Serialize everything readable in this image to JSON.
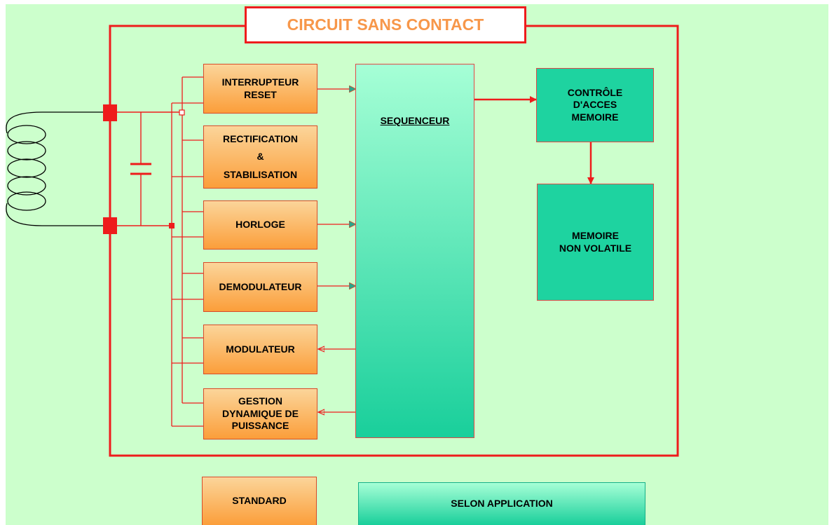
{
  "title": "CIRCUIT SANS CONTACT",
  "blocks": {
    "interrupteur": {
      "line1": "INTERRUPTEUR",
      "line2": "RESET"
    },
    "rectification": {
      "line1": "RECTIFICATION",
      "line2": "&",
      "line3": "STABILISATION"
    },
    "horloge": "HORLOGE",
    "demodulateur": "DEMODULATEUR",
    "modulateur": "MODULATEUR",
    "gestion": {
      "line1": "GESTION",
      "line2": "DYNAMIQUE DE",
      "line3": "PUISSANCE"
    },
    "sequenceur": "SEQUENCEUR",
    "controle": {
      "line1": "CONTRÔLE",
      "line2": "D'ACCES",
      "line3": "MEMOIRE"
    },
    "memoire": {
      "line1": "MEMOIRE",
      "line2": "NON VOLATILE"
    }
  },
  "legend": {
    "standard": "STANDARD",
    "selon_application": "SELON APPLICATION"
  },
  "colors": {
    "background": "#ccffcc",
    "frame": "#ee1c1c",
    "title_text": "#f7974a",
    "orange_block": "#fb9e3a",
    "teal_block": "#1ed3a0"
  }
}
